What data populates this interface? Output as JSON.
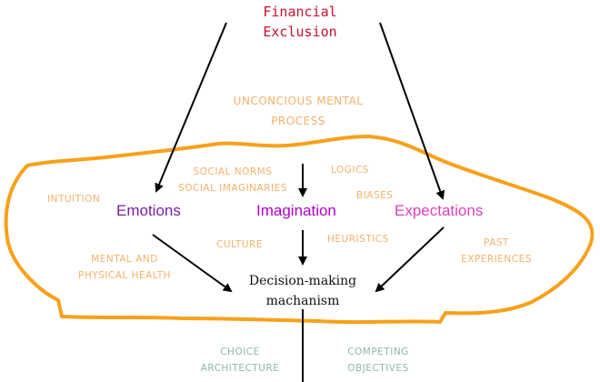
{
  "diagram": {
    "title": "Financial\nExclusion",
    "process_label": "UNCONCIOUS MENTAL\nPROCESS",
    "nodes": {
      "emotions": "Emotions",
      "imagination": "Imagination",
      "expectations": "Expectations",
      "decision": "Decision-making\nmachanism"
    },
    "factors": {
      "intuition": "INTUITION",
      "social_norms": "SOCIAL NORMS\nSOCIAL IMAGINARIES",
      "logics": "LOGICS",
      "biases": "BIASES",
      "culture": "CULTURE",
      "heuristics": "HEURISTICS",
      "mental_health": "MENTAL AND\nPHYSICAL HEALTH",
      "past_experiences": "PAST\nEXPERIENCES",
      "choice_architecture": "CHOICE\nARCHITECTURE",
      "competing_objectives": "COMPETING\nOBJECTIVES"
    },
    "colors": {
      "title": "#c8102e",
      "emotions": "#7b1fa2",
      "imagination": "#b000c8",
      "expectations": "#e040c0",
      "factor_orange": "#f4b26a",
      "factor_teal": "#8fb8a8",
      "outline": "#f7a11a",
      "arrow": "#000000"
    }
  }
}
